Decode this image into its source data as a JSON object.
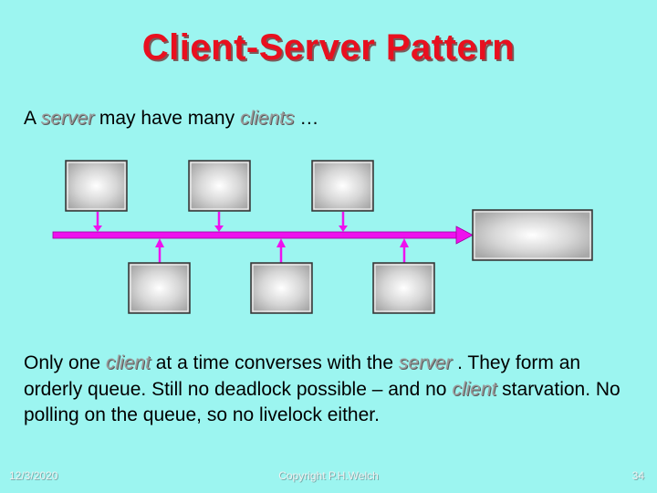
{
  "slide": {
    "title": "Client-Server Pattern",
    "intro": {
      "prefix": "A ",
      "server_word": "server",
      "middle": " may have many ",
      "clients_word": "clients",
      "suffix": " …"
    },
    "body": {
      "p1": "Only one ",
      "w1": "client",
      "p2": " at a time converses with the ",
      "w2": "server",
      "p3": " .  They form an orderly queue.  Still no deadlock possible – and no ",
      "w3": "client",
      "p4": " starvation.  No polling on the queue, so no livelock either."
    },
    "footer": {
      "date": "12/3/2020",
      "copyright": "Copyright P.H.Welch",
      "page": "34"
    }
  },
  "diagram": {
    "nodes": [
      {
        "id": "client-top-1",
        "role": "client",
        "side": "top"
      },
      {
        "id": "client-top-2",
        "role": "client",
        "side": "top"
      },
      {
        "id": "client-top-3",
        "role": "client",
        "side": "top"
      },
      {
        "id": "client-bottom-1",
        "role": "client",
        "side": "bottom"
      },
      {
        "id": "client-bottom-2",
        "role": "client",
        "side": "bottom"
      },
      {
        "id": "client-bottom-3",
        "role": "client",
        "side": "bottom"
      },
      {
        "id": "server",
        "role": "server",
        "side": "right"
      }
    ],
    "colors": {
      "channel": "#ee11ee",
      "node_fill": "#cfcfcf",
      "node_border": "#333333",
      "background": "#9cf5f0",
      "title": "#e8101f"
    }
  }
}
